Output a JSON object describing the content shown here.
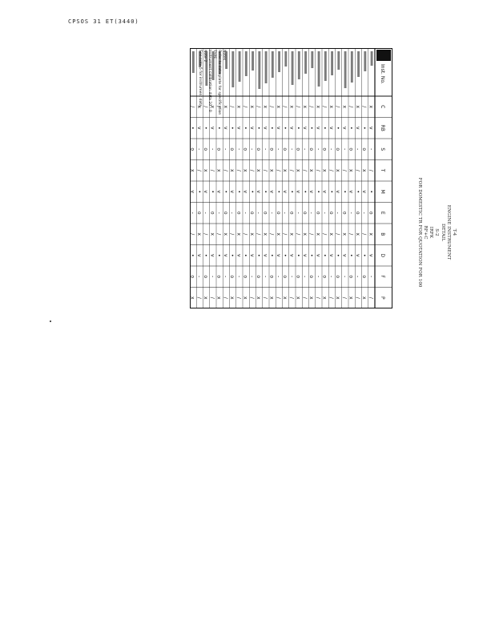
{
  "document": {
    "id": "CPSOS 31 ET(3440)",
    "caption_lines": [
      "T-4",
      "ENGINE INSTRUMENT",
      "DETAIL",
      "S-2",
      "IRFK",
      "RF+C",
      "FOR DOMESTIC TR FOR QUOTATION FOR 100"
    ],
    "notes": [
      "Notes",
      "Refer to data plate for specification",
      "TYPE",
      "Instrument calibration data 10 - 0",
      "Note 2",
      "See note 5 for instrument data"
    ],
    "table": {
      "header_label": "Inst. No.",
      "columns": [
        "C",
        "RB",
        "S",
        "T",
        "M",
        "E",
        "B",
        "D",
        "F",
        "P"
      ]
    }
  },
  "colors": {
    "ink": "#111111",
    "paper": "#ffffff"
  }
}
